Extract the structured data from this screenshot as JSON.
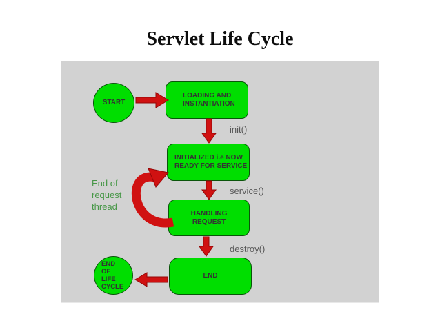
{
  "title": "Servlet Life Cycle",
  "diagram": {
    "nodes": {
      "start": {
        "label": "START"
      },
      "loading": {
        "label": "LOADING AND\nINSTANTIATION"
      },
      "initialized": {
        "label": "INITIALIZED i.e NOW\nREADY FOR SERVICE"
      },
      "handling": {
        "label": "HANDLING\nREQUEST"
      },
      "end": {
        "label": "END"
      },
      "end_of_life": {
        "label": "END\nOF\nLIFE\nCYCLE"
      }
    },
    "labels": {
      "init": "init()",
      "service": "service()",
      "destroy": "destroy()",
      "end_of_request": "End of\nrequest\nthread"
    },
    "edges": [
      {
        "from": "start",
        "to": "loading"
      },
      {
        "from": "loading",
        "to": "initialized",
        "label": "init()"
      },
      {
        "from": "initialized",
        "to": "handling",
        "label": "service()"
      },
      {
        "from": "handling",
        "to": "initialized",
        "label": "End of request thread"
      },
      {
        "from": "handling",
        "to": "end",
        "label": "destroy()"
      },
      {
        "from": "end",
        "to": "end_of_life"
      }
    ],
    "colors": {
      "node_fill": "#00de00",
      "node_border": "#0a550a",
      "node_text": "#333333",
      "arrow": "#d01111",
      "arrow_dark": "#950808",
      "panel_bg": "#d2d2d2",
      "label_gray": "#585858",
      "label_green": "#479747"
    }
  }
}
